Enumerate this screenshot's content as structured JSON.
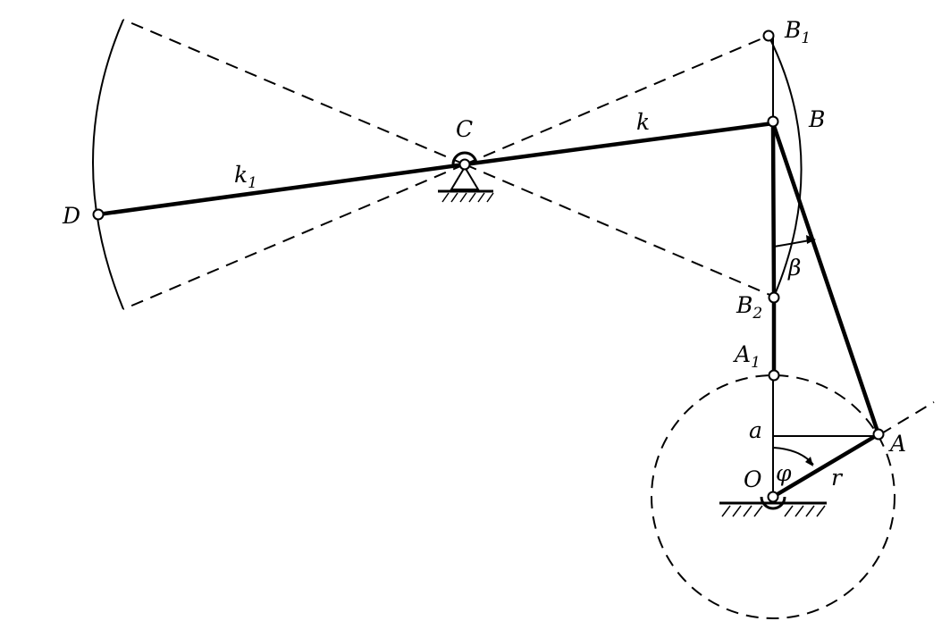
{
  "diagram": {
    "labels": {
      "B1": {
        "main": "B",
        "sub": "1"
      },
      "B": {
        "main": "B",
        "sub": ""
      },
      "B2": {
        "main": "B",
        "sub": "2"
      },
      "A1": {
        "main": "A",
        "sub": "1"
      },
      "A": {
        "main": "A",
        "sub": ""
      },
      "C": {
        "main": "C",
        "sub": ""
      },
      "D": {
        "main": "D",
        "sub": ""
      },
      "O": {
        "main": "O",
        "sub": ""
      },
      "a": {
        "main": "a",
        "sub": ""
      },
      "k": {
        "main": "k",
        "sub": ""
      },
      "k1": {
        "main": "k",
        "sub": "1"
      },
      "r": {
        "main": "r",
        "sub": ""
      },
      "phi": {
        "main": "φ",
        "sub": ""
      },
      "beta": {
        "main": "β",
        "sub": ""
      }
    }
  }
}
